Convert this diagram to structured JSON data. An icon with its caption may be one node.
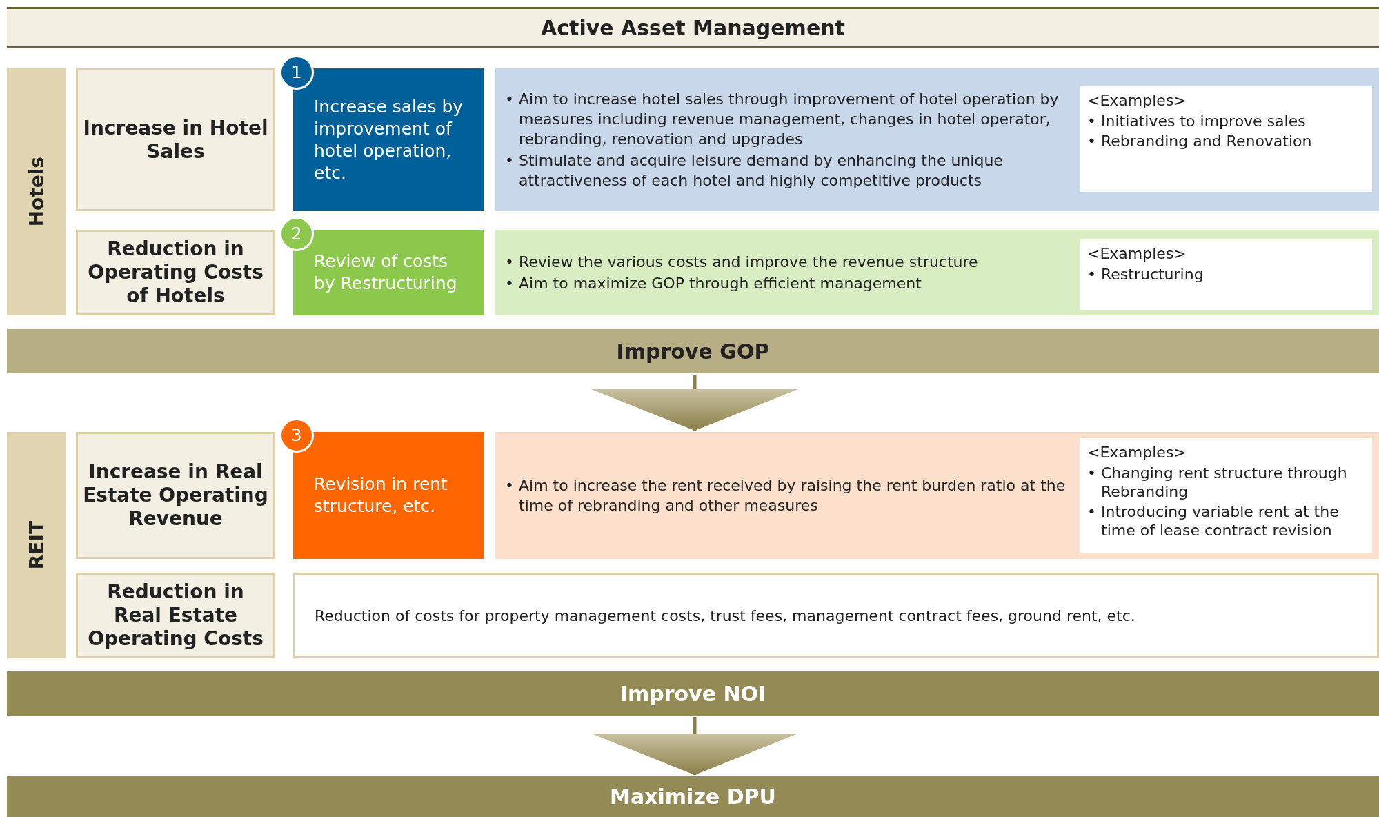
{
  "diagram": {
    "nodes": [
      {
        "text": [
          "Active Asset Management"
        ]
      },
      {
        "text": [
          "Hotels"
        ]
      },
      {
        "text": [
          "Increase in Hotel Sales"
        ]
      },
      {
        "text": [
          "Reduction in Operating Costs of Hotels"
        ]
      },
      {
        "text": [
          "1"
        ]
      },
      {
        "text": [
          "Increase sales by improvement of hotel operation, etc."
        ]
      },
      {
        "text": [
          "• Aim to increase hotel sales through improvement of hotel operation by measures including revenue management, changes in hotel operator, rebranding, renovation and upgrades",
          "• Stimulate and acquire leisure demand by enhancing the unique attractiveness of each hotel and highly competitive products"
        ]
      },
      {
        "text": [
          "<Examples>",
          "• Initiatives to improve sales",
          "• Rebranding and Renovation"
        ],
        "in": 6
      },
      {
        "text": [
          "2"
        ]
      },
      {
        "text": [
          "Review of costs by Restructuring"
        ]
      },
      {
        "text": [
          "• Review the various costs and improve the revenue structure",
          "• Aim to maximize GOP through efficient management"
        ]
      },
      {
        "text": [
          "<Examples>",
          "• Restructuring"
        ],
        "in": 10
      },
      {
        "text": [
          "Improve GOP"
        ]
      },
      {
        "text": [
          "REIT"
        ]
      },
      {
        "text": [
          "Increase in Real Estate Operating Revenue"
        ]
      },
      {
        "text": [
          "Reduction in Real Estate Operating Costs"
        ]
      },
      {
        "text": [
          "3"
        ]
      },
      {
        "text": [
          "Revision in rent structure, etc."
        ]
      },
      {
        "text": [
          "• Aim to increase the rent received by raising the rent burden ratio at the time of rebranding and other measures"
        ]
      },
      {
        "text": [
          "<Examples>",
          "• Changing rent structure through Rebranding",
          "• Introducing variable rent at the time of lease contract revision"
        ],
        "in": 18
      },
      {
        "text": [
          "Reduction of costs for property management costs, trust fees, management contract fees, ground rent, etc."
        ]
      },
      {
        "text": [
          "Improve NOI"
        ]
      },
      {
        "text": [
          "Maximize DPU"
        ]
      }
    ],
    "edges": [
      {
        "from": 12,
        "to": 18,
        "arrow": "to"
      },
      {
        "from": 21,
        "to": 22,
        "arrow": "to"
      }
    ]
  }
}
